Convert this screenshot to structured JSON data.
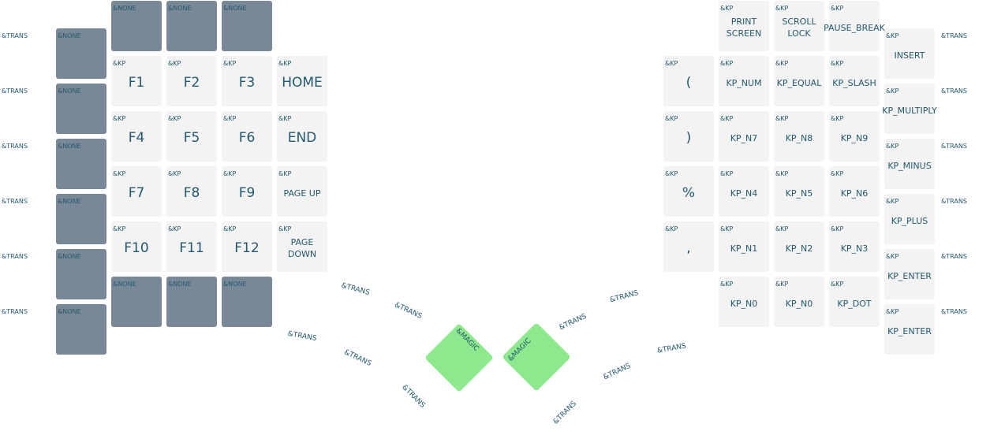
{
  "colors": {
    "text": "#24586e",
    "key_normal": "#f3f3f3",
    "key_none": "#798897",
    "key_magic": "#8ee88e"
  },
  "keys": {
    "lh_trans_1": {
      "binding": "&TRANS"
    },
    "lh_trans_2": {
      "binding": "&TRANS"
    },
    "lh_trans_3": {
      "binding": "&TRANS"
    },
    "lh_trans_4": {
      "binding": "&TRANS"
    },
    "lh_trans_5": {
      "binding": "&TRANS"
    },
    "lh_trans_6": {
      "binding": "&TRANS"
    },
    "lh_none_1": {
      "binding": "&NONE"
    },
    "lh_none_2": {
      "binding": "&NONE"
    },
    "lh_none_3": {
      "binding": "&NONE"
    },
    "lh_none_4": {
      "binding": "&NONE"
    },
    "lh_none_5": {
      "binding": "&NONE"
    },
    "lh_none_6": {
      "binding": "&NONE"
    },
    "top_none_1": {
      "binding": "&NONE"
    },
    "top_none_2": {
      "binding": "&NONE"
    },
    "top_none_3": {
      "binding": "&NONE"
    },
    "bot_none_1": {
      "binding": "&NONE"
    },
    "bot_none_2": {
      "binding": "&NONE"
    },
    "bot_none_3": {
      "binding": "&NONE"
    },
    "f1": {
      "binding": "&KP",
      "legend": "F1"
    },
    "f2": {
      "binding": "&KP",
      "legend": "F2"
    },
    "f3": {
      "binding": "&KP",
      "legend": "F3"
    },
    "home": {
      "binding": "&KP",
      "legend": "HOME"
    },
    "f4": {
      "binding": "&KP",
      "legend": "F4"
    },
    "f5": {
      "binding": "&KP",
      "legend": "F5"
    },
    "f6": {
      "binding": "&KP",
      "legend": "F6"
    },
    "end": {
      "binding": "&KP",
      "legend": "END"
    },
    "f7": {
      "binding": "&KP",
      "legend": "F7"
    },
    "f8": {
      "binding": "&KP",
      "legend": "F8"
    },
    "f9": {
      "binding": "&KP",
      "legend": "F9"
    },
    "pgup": {
      "binding": "&KP",
      "legend": "PAGE UP"
    },
    "f10": {
      "binding": "&KP",
      "legend": "F10"
    },
    "f11": {
      "binding": "&KP",
      "legend": "F11"
    },
    "f12": {
      "binding": "&KP",
      "legend": "F12"
    },
    "pgdn": {
      "binding": "&KP",
      "legend": "PAGE\nDOWN"
    },
    "lparen": {
      "binding": "&KP",
      "legend": "("
    },
    "rparen": {
      "binding": "&KP",
      "legend": ")"
    },
    "percent": {
      "binding": "&KP",
      "legend": "%"
    },
    "comma": {
      "binding": "&KP",
      "legend": ","
    },
    "prtsc": {
      "binding": "&KP",
      "legend": "PRINT\nSCREEN"
    },
    "scrlk": {
      "binding": "&KP",
      "legend": "SCROLL\nLOCK"
    },
    "pause": {
      "binding": "&KP",
      "legend": "PAUSE_BREAK"
    },
    "kpnum": {
      "binding": "&KP",
      "legend": "KP_NUM"
    },
    "kpeq": {
      "binding": "&KP",
      "legend": "KP_EQUAL"
    },
    "kpslash": {
      "binding": "&KP",
      "legend": "KP_SLASH"
    },
    "kp7": {
      "binding": "&KP",
      "legend": "KP_N7"
    },
    "kp8": {
      "binding": "&KP",
      "legend": "KP_N8"
    },
    "kp9": {
      "binding": "&KP",
      "legend": "KP_N9"
    },
    "kp4": {
      "binding": "&KP",
      "legend": "KP_N4"
    },
    "kp5": {
      "binding": "&KP",
      "legend": "KP_N5"
    },
    "kp6": {
      "binding": "&KP",
      "legend": "KP_N6"
    },
    "kp1": {
      "binding": "&KP",
      "legend": "KP_N1"
    },
    "kp2": {
      "binding": "&KP",
      "legend": "KP_N2"
    },
    "kp3": {
      "binding": "&KP",
      "legend": "KP_N3"
    },
    "kp0a": {
      "binding": "&KP",
      "legend": "KP_N0"
    },
    "kp0b": {
      "binding": "&KP",
      "legend": "KP_N0"
    },
    "kpdot": {
      "binding": "&KP",
      "legend": "KP_DOT"
    },
    "insert": {
      "binding": "&KP",
      "legend": "INSERT"
    },
    "kpmul": {
      "binding": "&KP",
      "legend": "KP_MULTIPLY"
    },
    "kpminus": {
      "binding": "&KP",
      "legend": "KP_MINUS"
    },
    "kpplus": {
      "binding": "&KP",
      "legend": "KP_PLUS"
    },
    "kpenter1": {
      "binding": "&KP",
      "legend": "KP_ENTER"
    },
    "kpenter2": {
      "binding": "&KP",
      "legend": "KP_ENTER"
    },
    "rh_trans_1": {
      "binding": "&TRANS"
    },
    "rh_trans_2": {
      "binding": "&TRANS"
    },
    "rh_trans_3": {
      "binding": "&TRANS"
    },
    "rh_trans_4": {
      "binding": "&TRANS"
    },
    "rh_trans_5": {
      "binding": "&TRANS"
    },
    "rh_trans_6": {
      "binding": "&TRANS"
    },
    "lt_1": {
      "binding": "&TRANS"
    },
    "lt_2": {
      "binding": "&TRANS"
    },
    "lt_3": {
      "binding": "&TRANS"
    },
    "lt_4": {
      "binding": "&TRANS"
    },
    "lt_5": {
      "binding": "&TRANS"
    },
    "rt_1": {
      "binding": "&TRANS"
    },
    "rt_2": {
      "binding": "&TRANS"
    },
    "rt_3": {
      "binding": "&TRANS"
    },
    "rt_4": {
      "binding": "&TRANS"
    },
    "rt_5": {
      "binding": "&TRANS"
    },
    "magic_l": {
      "binding": "&MAGIC"
    },
    "magic_r": {
      "binding": "&MAGIC"
    }
  }
}
